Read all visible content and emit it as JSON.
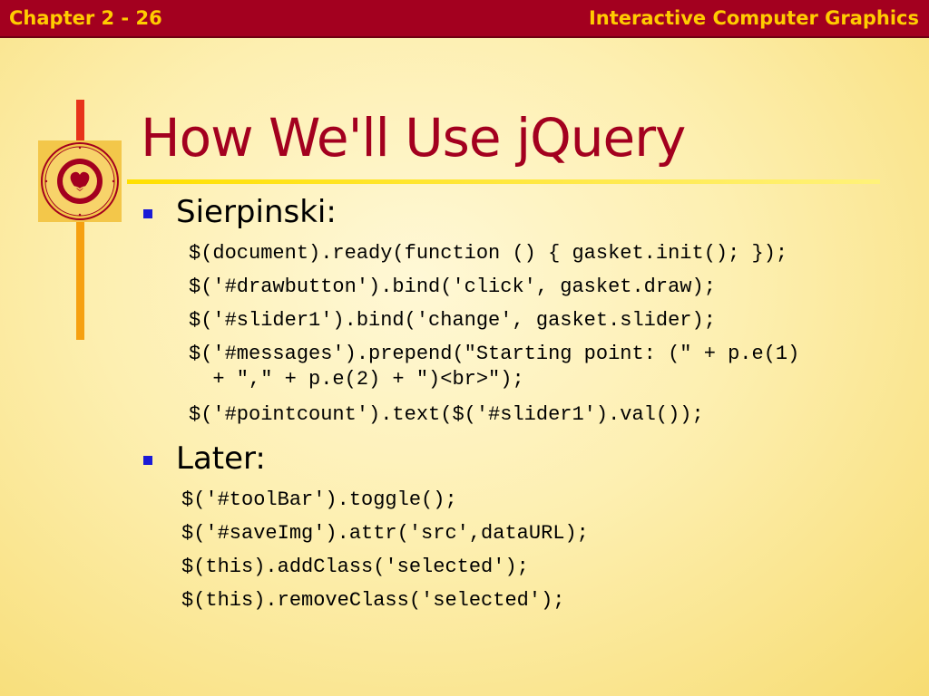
{
  "header": {
    "chapter": "Chapter 2 - 26",
    "course": "Interactive Computer Graphics"
  },
  "slide": {
    "title": "How We'll Use jQuery",
    "sections": [
      {
        "heading": "Sierpinski:",
        "lines": [
          "$(document).ready(function () { gasket.init(); });",
          "$('#drawbutton').bind('click', gasket.draw);",
          "$('#slider1').bind('change', gasket.slider);",
          "$('#messages').prepend(\"Starting point: (\" + p.e(1)",
          "  + \",\" + p.e(2) + \")<br>\");",
          "$('#pointcount').text($('#slider1').val());"
        ]
      },
      {
        "heading": "Later:",
        "lines": [
          "$('#toolBar').toggle();",
          "$('#saveImg').attr('src',dataURL);",
          "$(this).addClass('selected');",
          "$(this).removeClass('selected');"
        ]
      }
    ]
  },
  "logo": {
    "icon": "university-seal-icon",
    "colors": {
      "ring": "#a3001f",
      "field": "#f3c74a"
    }
  },
  "colors": {
    "header_bg": "#a3001f",
    "header_text": "#ffcc00",
    "title": "#a3001f",
    "bullet": "#1a1ad6",
    "rule": "#ffe000"
  }
}
